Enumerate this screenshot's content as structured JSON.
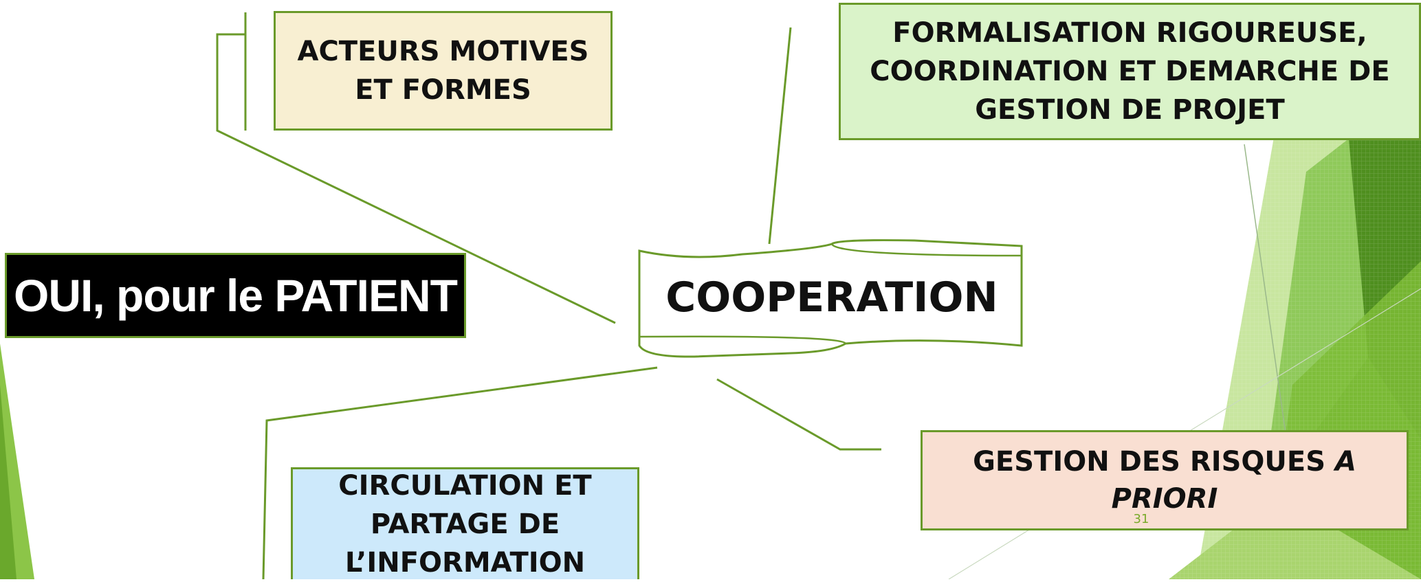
{
  "slide": {
    "title": "OUI, pour le PATIENT",
    "center_label": "COOPERATION",
    "page_number": "31"
  },
  "branches": [
    {
      "line1": "ACTEURS MOTIVES",
      "line2": "ET FORMES"
    },
    {
      "line1": "FORMALISATION RIGOUREUSE,",
      "line2": "COORDINATION ET DEMARCHE DE",
      "line3": "GESTION DE PROJET"
    },
    {
      "line1": "CIRCULATION ET",
      "line2": "PARTAGE DE",
      "line3": "L’INFORMATION"
    },
    {
      "line1": "GESTION DES RISQUES ",
      "line1_em": "A",
      "line2_em": "PRIORI"
    }
  ],
  "colors": {
    "connector": "#6a9a2a",
    "box_acteurs": "#f8efd2",
    "box_formalisation": "#daf3c9",
    "box_circulation": "#cde9fb",
    "box_risques": "#f9dfd2",
    "title_background": "#000000",
    "accent_green": "#7ab83a"
  }
}
